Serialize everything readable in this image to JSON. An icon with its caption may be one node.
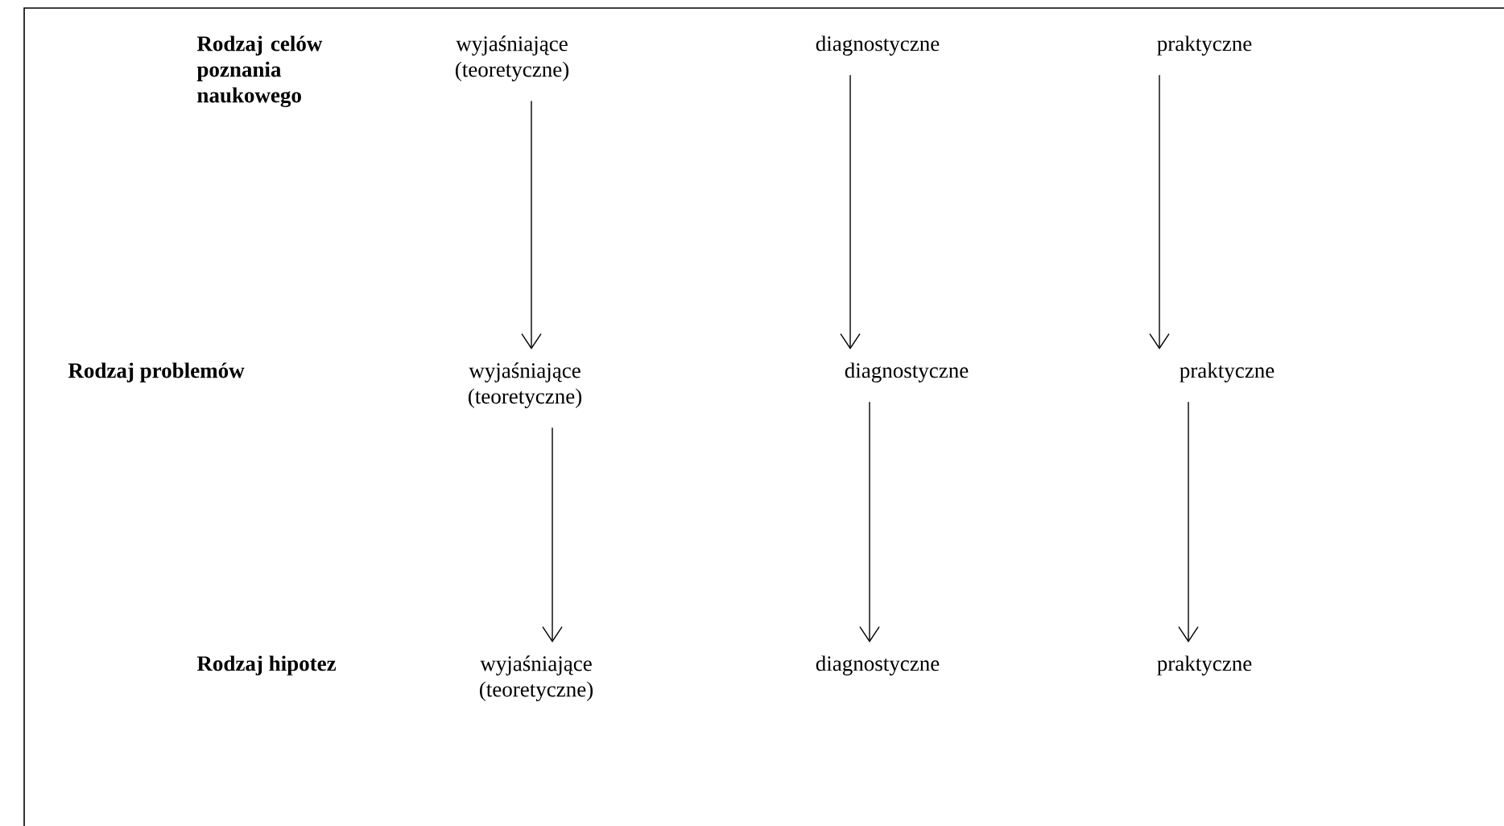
{
  "diagram": {
    "nodes": [
      {
        "text": [
          "wyjaśniające (teoretyczne)"
        ]
      },
      {
        "text": [
          "diagnostyczne"
        ]
      },
      {
        "text": [
          "praktyczne"
        ]
      },
      {
        "text": [
          "wyjaśniające (teoretyczne)"
        ]
      },
      {
        "text": [
          "diagnostyczne"
        ]
      },
      {
        "text": [
          "praktyczne"
        ]
      },
      {
        "text": [
          "wyjaśniające (teoretyczne)"
        ]
      },
      {
        "text": [
          "diagnostyczne"
        ]
      },
      {
        "text": [
          "praktyczne"
        ]
      }
    ],
    "edges": [
      {
        "from": 0,
        "to": 3,
        "arrow": "to"
      },
      {
        "from": 1,
        "to": 4,
        "arrow": "to"
      },
      {
        "from": 2,
        "to": 5,
        "arrow": "to"
      },
      {
        "from": 3,
        "to": 6,
        "arrow": "to"
      },
      {
        "from": 4,
        "to": 7,
        "arrow": "to"
      },
      {
        "from": 5,
        "to": 8,
        "arrow": "to"
      }
    ],
    "labels": [
      "Rodzaj celów poznania naukowego",
      "Rodzaj problemów",
      "Rodzaj hipotez"
    ]
  }
}
